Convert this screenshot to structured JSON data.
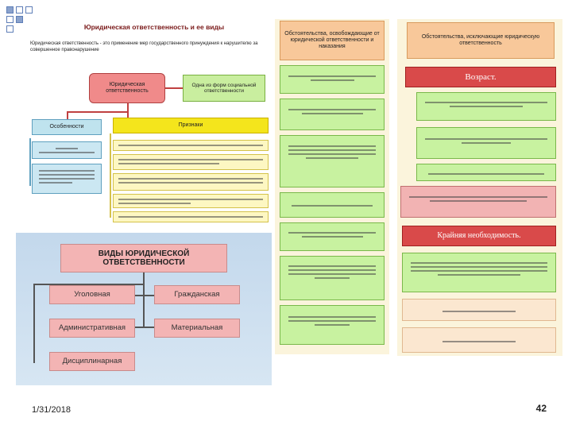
{
  "slide": {
    "date": "1/31/2018",
    "page_number": "42"
  },
  "left_diagram": {
    "title": "Юридическая ответственность и ее виды",
    "definition": "Юридическая ответственность - это применение мер государственного принуждения к нарушителю за совершенное правонарушение",
    "center_box": "Юридическая ответственность",
    "right_box": "Одна из форм социальной ответственности",
    "features_box": "Особенности",
    "signs_box": "Признаки"
  },
  "types_diagram": {
    "header": "ВИДЫ ЮРИДИЧЕСКОЙ ОТВЕТСТВЕННОСТИ",
    "types": [
      "Уголовная",
      "Гражданская",
      "Административная",
      "Материальная",
      "Дисциплинарная"
    ]
  },
  "middle_column": {
    "header": "Обстоятельства, освобождающие от юридической ответственности и наказания"
  },
  "right_column": {
    "header": "Обстоятельства, исключающие юридическую ответственность",
    "age_box": "Возраст.",
    "extreme_box": "Крайняя необходимость."
  }
}
